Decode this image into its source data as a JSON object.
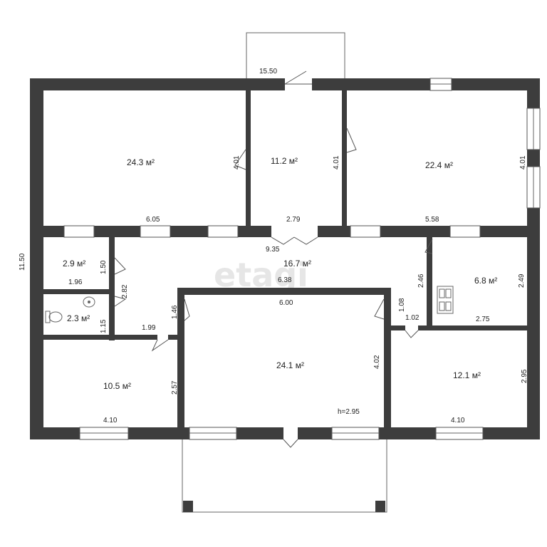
{
  "watermark": "etagi",
  "rooms": [
    {
      "id": "room-24-3",
      "area": "24.3 м²"
    },
    {
      "id": "room-11-2",
      "area": "11.2 м²"
    },
    {
      "id": "room-22-4",
      "area": "22.4 м²"
    },
    {
      "id": "room-2-9",
      "area": "2.9 м²"
    },
    {
      "id": "room-16-7",
      "area": "16.7 м²"
    },
    {
      "id": "room-6-8",
      "area": "6.8 м²"
    },
    {
      "id": "room-2-3",
      "area": "2.3 м²"
    },
    {
      "id": "room-10-5",
      "area": "10.5 м²"
    },
    {
      "id": "room-24-1",
      "area": "24.1 м²"
    },
    {
      "id": "room-12-1",
      "area": "12.1 м²"
    }
  ],
  "dimensions": {
    "overall_width": "15.50",
    "overall_height": "11.50",
    "d_6_05": "6.05",
    "d_4_01_a": "4.01",
    "d_4_01_b": "4.01",
    "d_4_01_c": "4.01",
    "d_2_79": "2.79",
    "d_5_58": "5.58",
    "d_9_35": "9.35",
    "d_1_50": "1.50",
    "d_1_96": "1.96",
    "d_2_82": "2.82",
    "d_6_38": "6.38",
    "d_2_46": "2.46",
    "d_2_49": "2.49",
    "d_1_15": "1.15",
    "d_1_46": "1.46",
    "d_1_99": "1.99",
    "d_6_00": "6.00",
    "d_1_08": "1.08",
    "d_1_02": "1.02",
    "d_2_75": "2.75",
    "d_2_57": "2.57",
    "d_4_02": "4.02",
    "d_2_95": "2.95",
    "d_4_10_a": "4.10",
    "d_4_10_b": "4.10",
    "ceiling_height": "h=2.95"
  }
}
